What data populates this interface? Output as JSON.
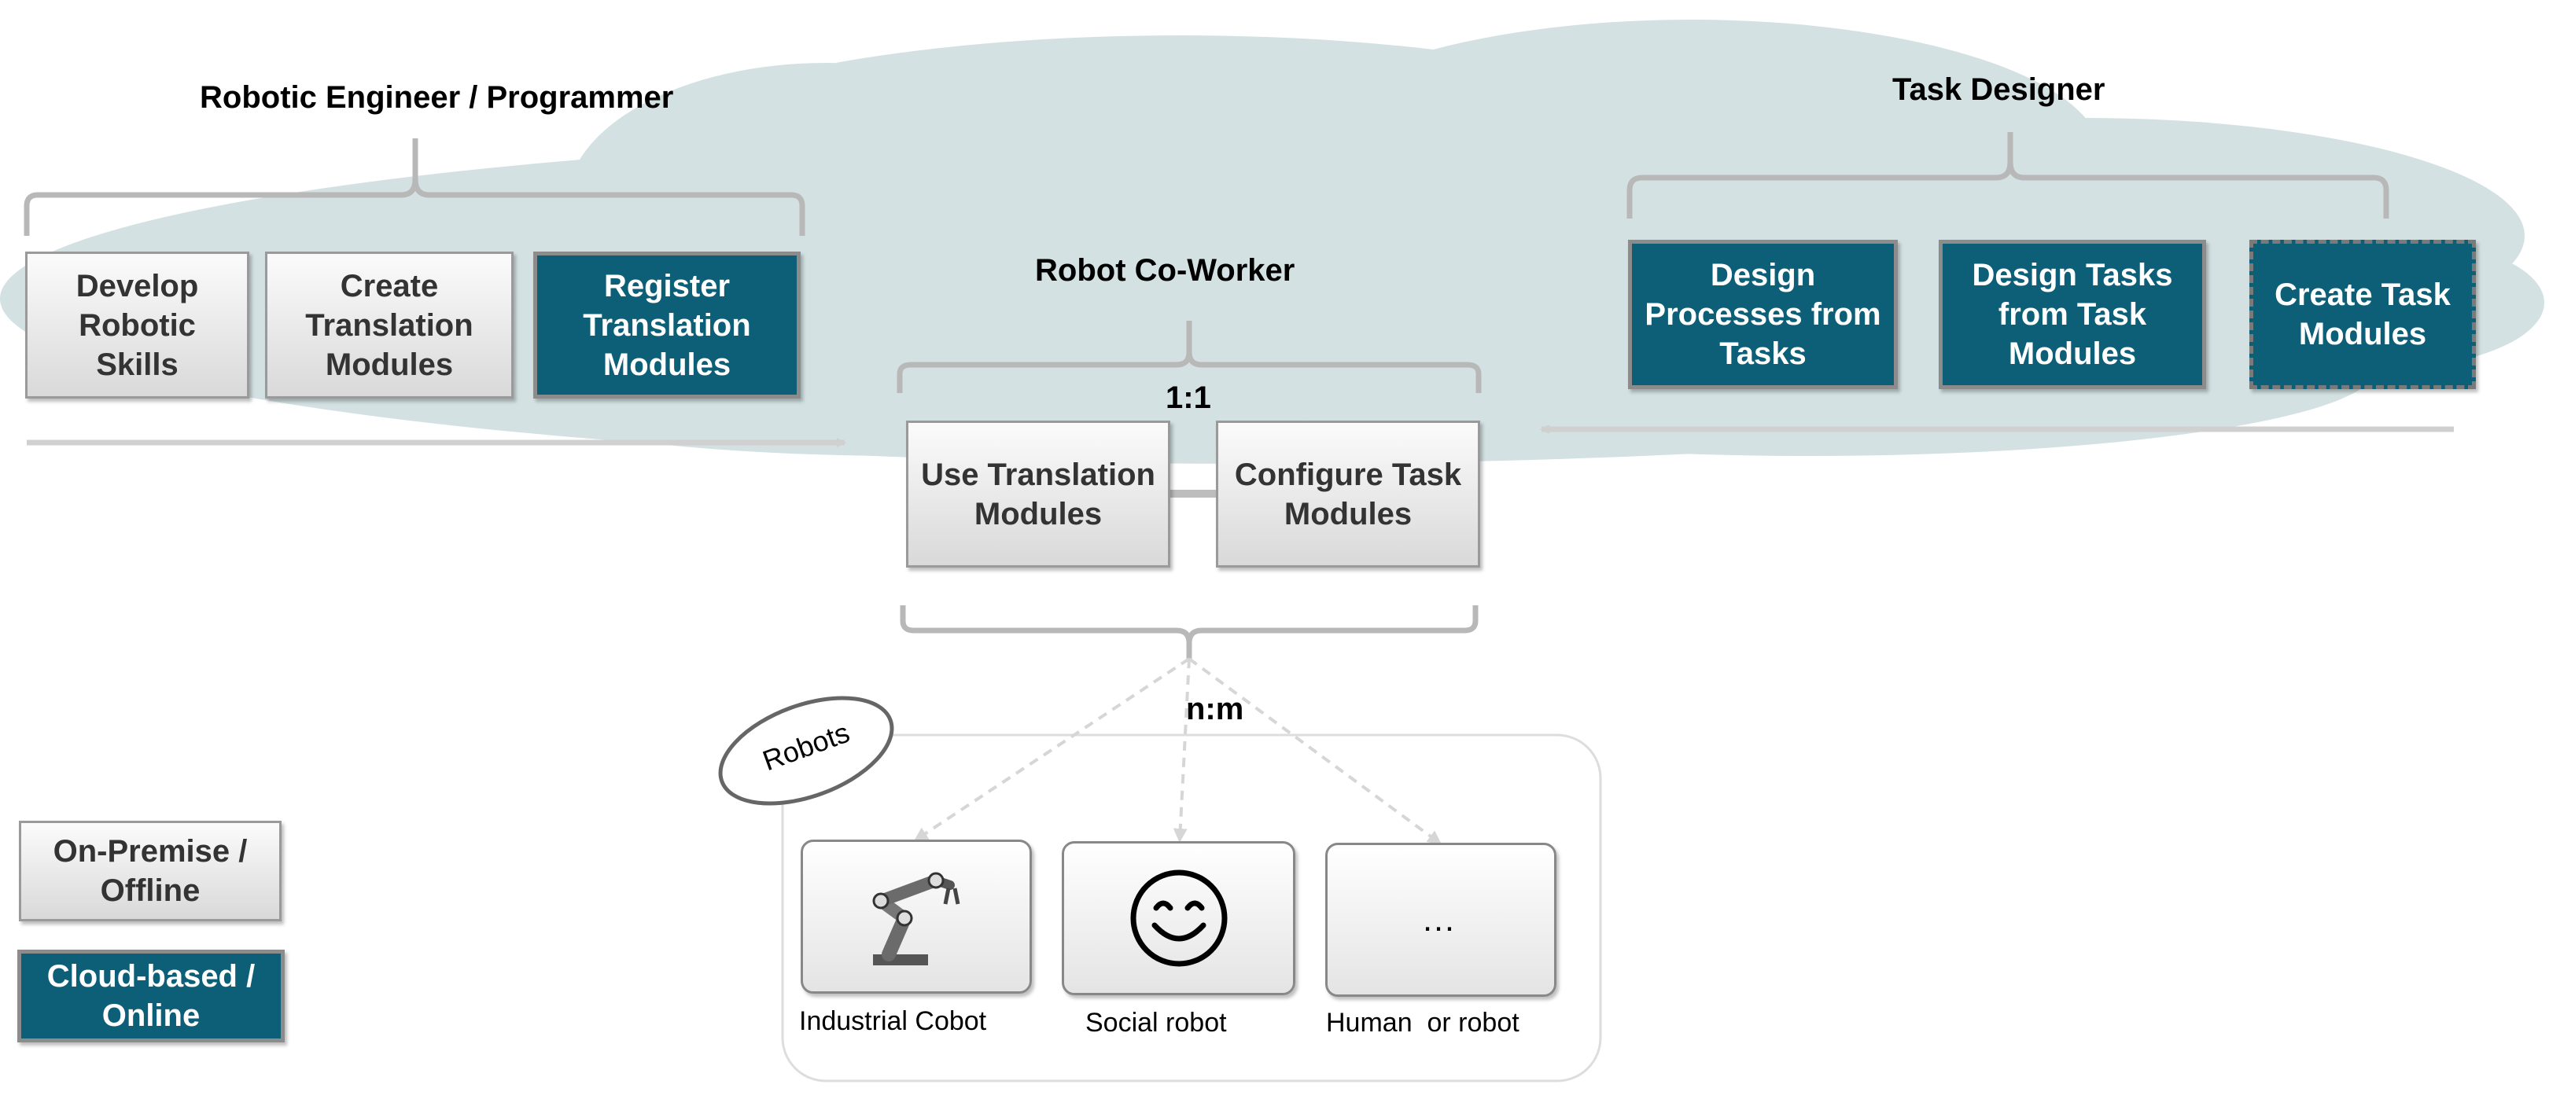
{
  "roles": {
    "engineer": "Robotic Engineer / Programmer",
    "designer": "Task Designer",
    "coworker": "Robot Co-Worker"
  },
  "engineer_steps": [
    {
      "label": "Develop Robotic Skills",
      "style": "on-premise"
    },
    {
      "label": "Create Translation Modules",
      "style": "on-premise"
    },
    {
      "label": "Register Translation Modules",
      "style": "cloud"
    }
  ],
  "designer_steps": [
    {
      "label": "Design Processes from Tasks",
      "style": "cloud"
    },
    {
      "label": "Design Tasks from Task Modules",
      "style": "cloud"
    },
    {
      "label": "Create Task Modules",
      "style": "cloud-dashed"
    }
  ],
  "coworker_steps": [
    {
      "label": "Use Translation Modules",
      "style": "on-premise"
    },
    {
      "label": "Configure Task Modules",
      "style": "on-premise"
    }
  ],
  "ratios": {
    "coworker": "1:1",
    "robots": "n:m"
  },
  "robots_tag": "Robots",
  "robots": [
    {
      "label": "Industrial Cobot",
      "icon": "industrial-arm-icon"
    },
    {
      "label": "Social robot",
      "icon": "smiley-face-icon"
    },
    {
      "label": "Human  or robot",
      "icon": "ellipsis-icon",
      "glyph": "…"
    }
  ],
  "legend": [
    {
      "label": "On-Premise / Offline",
      "style": "on-premise"
    },
    {
      "label": "Cloud-based / Online",
      "style": "cloud"
    }
  ],
  "colors": {
    "cloud": "#d3e1e3",
    "teal": "#0d5f78",
    "grey_box": "#e8e8e8",
    "bracket": "#b0b0b0"
  }
}
